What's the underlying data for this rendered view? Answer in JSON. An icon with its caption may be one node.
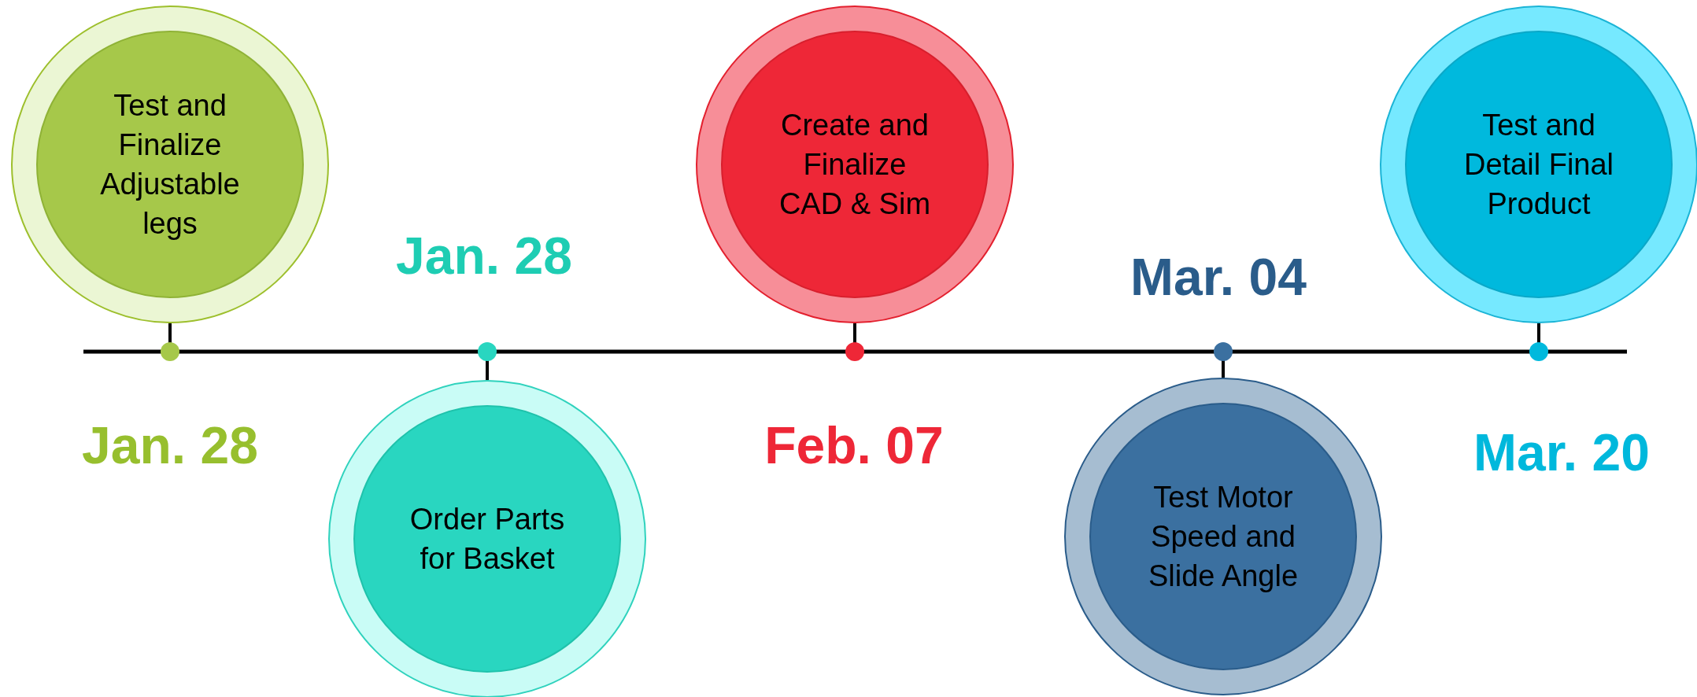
{
  "diagram": {
    "nodes": [
      {
        "text": [
          "Test and Finalize Adjustable legs"
        ],
        "beside": [
          "Jan. 28"
        ]
      },
      {
        "text": [
          "Order Parts for Basket"
        ],
        "beside": [
          "Jan. 28"
        ]
      },
      {
        "text": [
          "Create and Finalize CAD & Sim"
        ],
        "beside": [
          "Feb. 07"
        ]
      },
      {
        "text": [
          "Test Motor Speed and Slide Angle"
        ],
        "beside": [
          "Mar. 04"
        ]
      },
      {
        "text": [
          "Test and Detail Final Product"
        ],
        "beside": [
          "Mar. 20"
        ]
      }
    ]
  }
}
